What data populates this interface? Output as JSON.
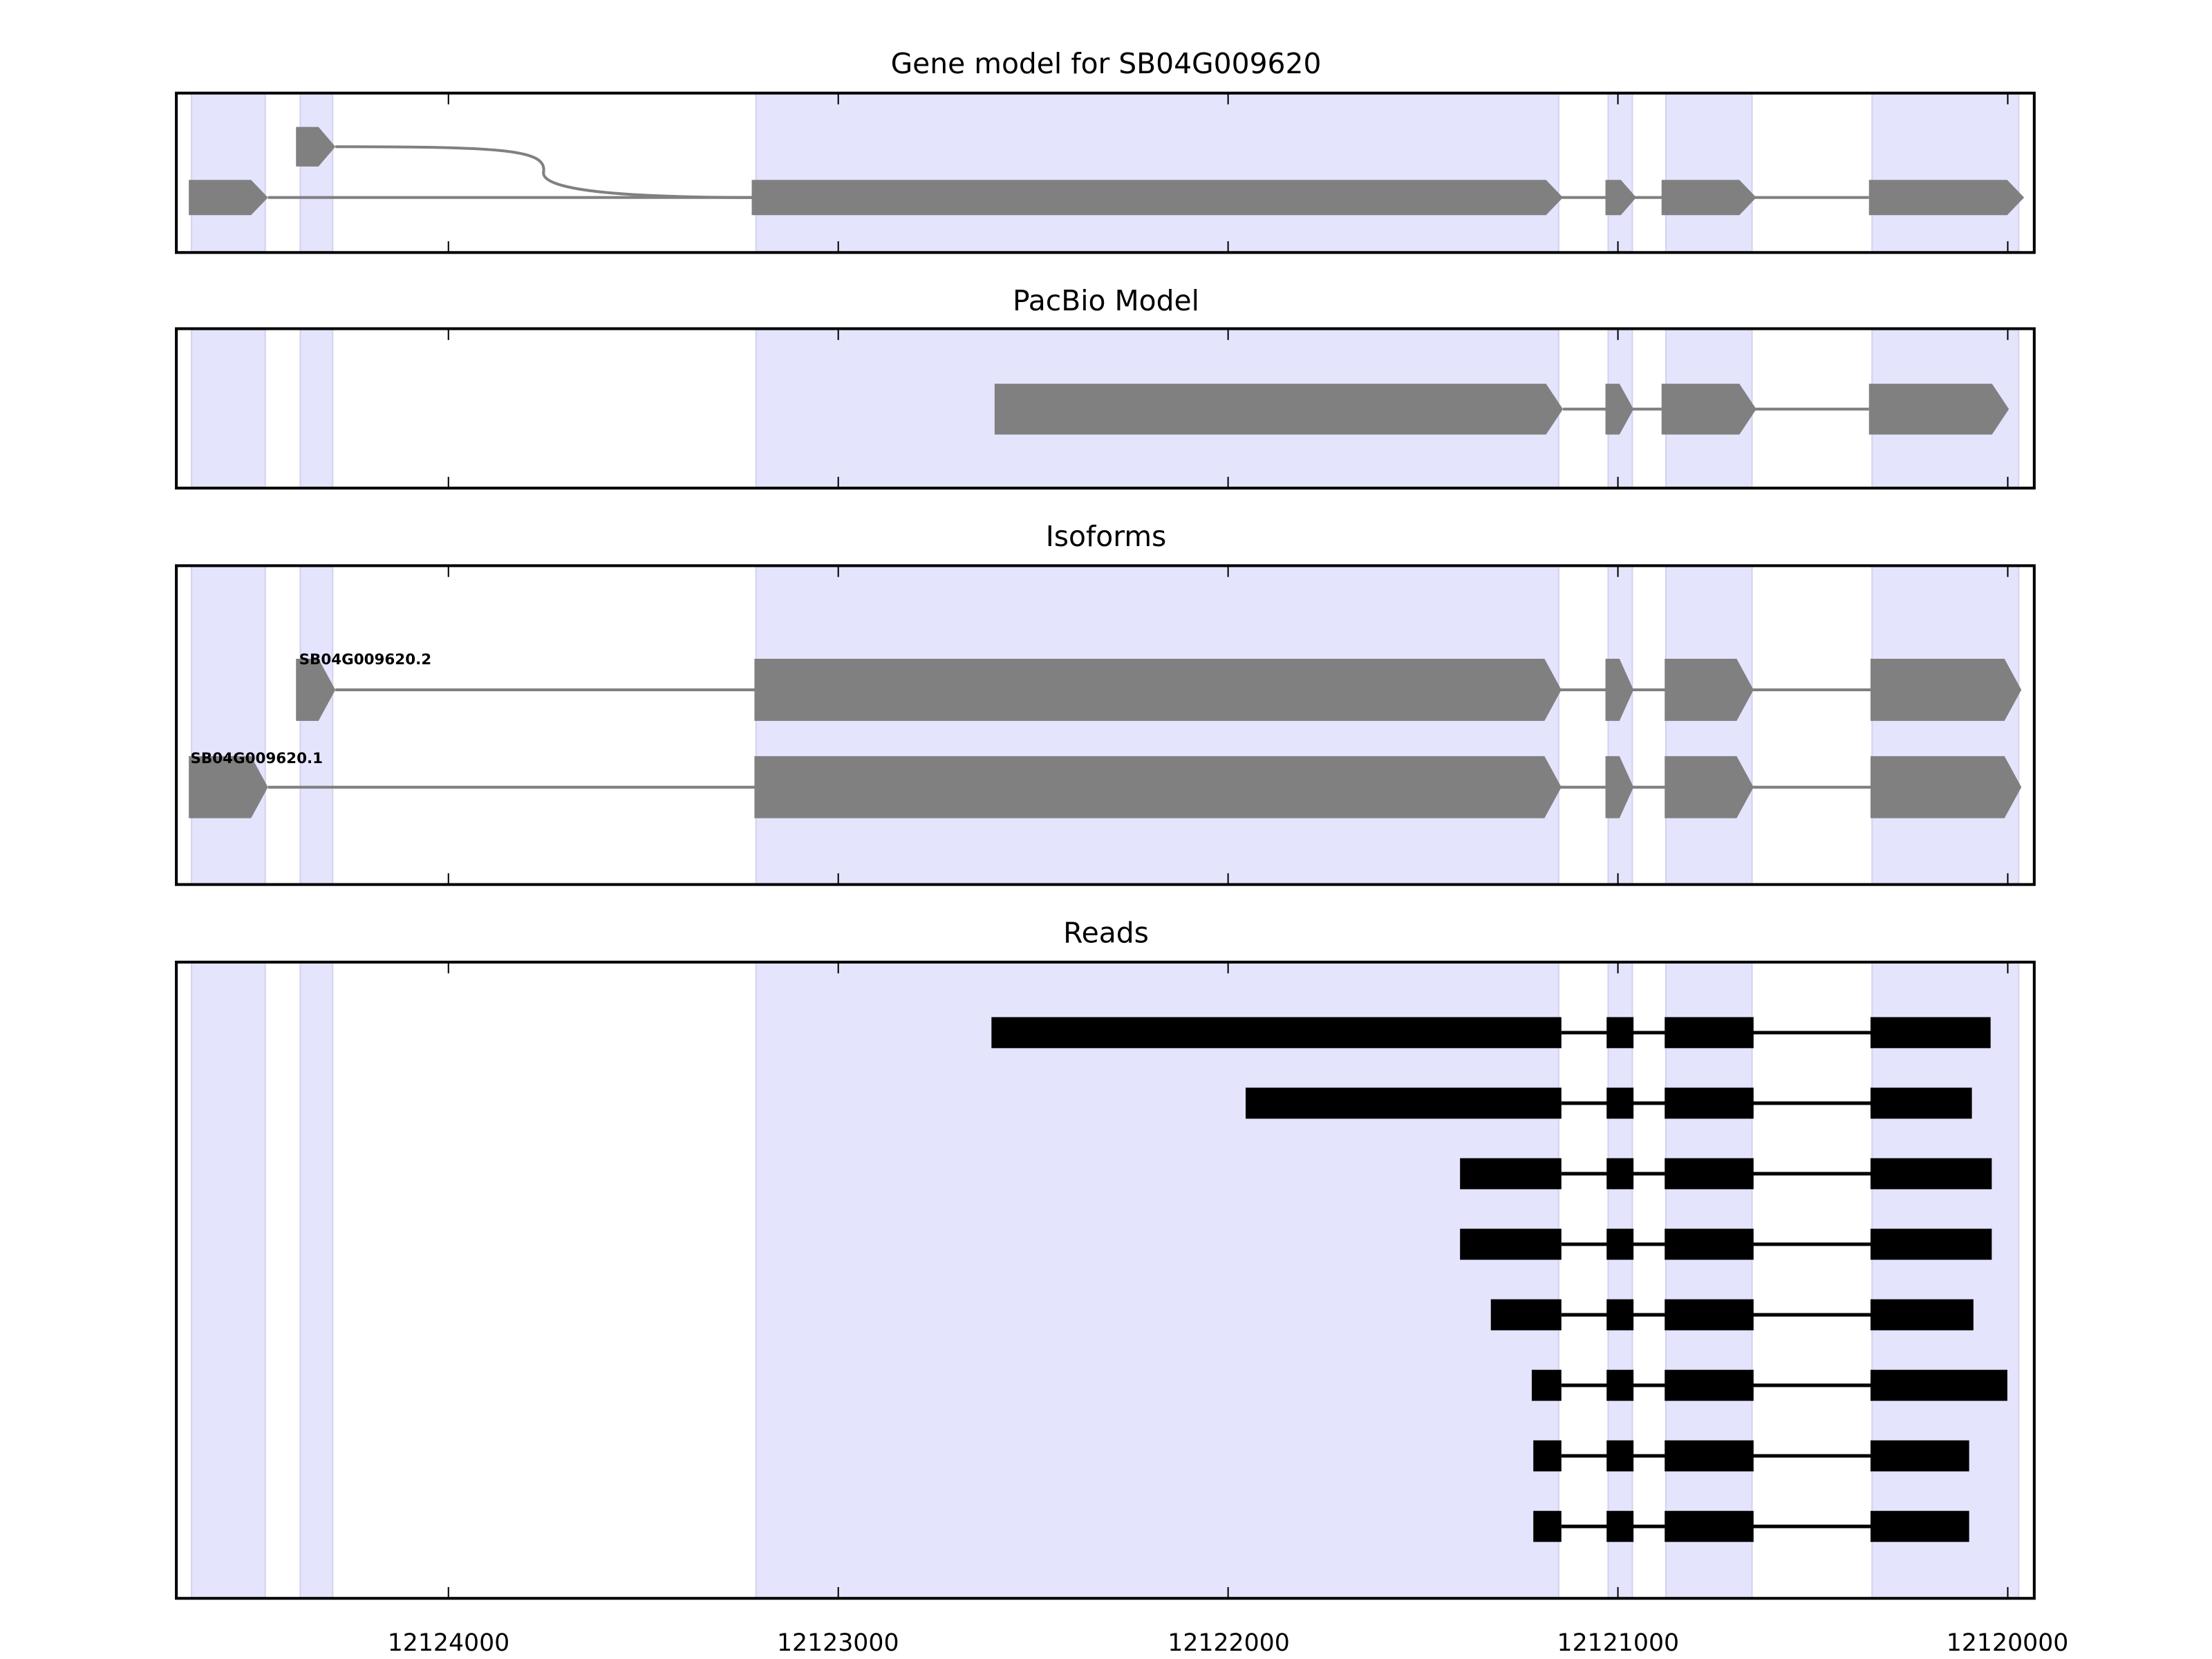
{
  "chart_data": {
    "type": "gene-track",
    "xlabel": "",
    "x_reversed": true,
    "xlim": [
      12124698,
      12119932
    ],
    "xticks": [
      12124000,
      12123000,
      12122000,
      12121000,
      12120000
    ],
    "xtick_labels": [
      "12124000",
      "12123000",
      "12122000",
      "12121000",
      "12120000"
    ],
    "shaded_regions": [
      [
        12124659,
        12124470
      ],
      [
        12124380,
        12124297
      ],
      [
        12123211,
        12121152
      ],
      [
        12121025,
        12120963
      ],
      [
        12120877,
        12120656
      ],
      [
        12120348,
        12119972
      ]
    ],
    "colors": {
      "shade": "#e4e4fd",
      "shade_edge": "#d2d2f0",
      "model": "#808080",
      "reads": "#000000"
    },
    "panels": [
      {
        "title": "Gene model for SB04G009620",
        "transcripts": [
          {
            "name": "SB04G009620.1",
            "exons": [
              [
                12124666,
                12124463
              ],
              [
                12123222,
                12121141
              ],
              [
                12121032,
                12120953
              ],
              [
                12120888,
                12120645
              ],
              [
                12120356,
                12119958
              ]
            ]
          },
          {
            "name": "SB04G009620.2",
            "exons": [
              [
                12124391,
                12124290
              ]
            ],
            "joins_to": "SB04G009620.1"
          }
        ]
      },
      {
        "title": "PacBio Model",
        "transcripts": [
          {
            "exons": [
              [
                12122599,
                12121141
              ],
              [
                12121032,
                12120960
              ],
              [
                12120888,
                12120645
              ],
              [
                12120356,
                12119997
              ]
            ]
          }
        ]
      },
      {
        "title": "Isoforms",
        "transcripts": [
          {
            "name": "SB04G009620.2",
            "exons": [
              [
                12124391,
                12124290
              ],
              [
                12123215,
                12121145
              ],
              [
                12121032,
                12120960
              ],
              [
                12120880,
                12120652
              ],
              [
                12120352,
                12119965
              ]
            ]
          },
          {
            "name": "SB04G009620.1",
            "exons": [
              [
                12124666,
                12124463
              ],
              [
                12123215,
                12121145
              ],
              [
                12121032,
                12120960
              ],
              [
                12120880,
                12120652
              ],
              [
                12120352,
                12119965
              ]
            ]
          }
        ]
      },
      {
        "title": "Reads",
        "reads": [
          [
            [
              12122607,
              12121145
            ],
            [
              12121029,
              12120960
            ],
            [
              12120880,
              12120652
            ],
            [
              12120352,
              12120044
            ]
          ],
          [
            [
              12121955,
              12121145
            ],
            [
              12121029,
              12120960
            ],
            [
              12120880,
              12120652
            ],
            [
              12120352,
              12120092
            ]
          ],
          [
            [
              12121405,
              12121145
            ],
            [
              12121029,
              12120960
            ],
            [
              12120880,
              12120652
            ],
            [
              12120352,
              12120041
            ]
          ],
          [
            [
              12121405,
              12121145
            ],
            [
              12121029,
              12120960
            ],
            [
              12120880,
              12120652
            ],
            [
              12120352,
              12120041
            ]
          ],
          [
            [
              12121326,
              12121145
            ],
            [
              12121029,
              12120960
            ],
            [
              12120880,
              12120652
            ],
            [
              12120352,
              12120088
            ]
          ],
          [
            [
              12121221,
              12121145
            ],
            [
              12121029,
              12120960
            ],
            [
              12120880,
              12120652
            ],
            [
              12120352,
              12120001
            ]
          ],
          [
            [
              12121217,
              12121145
            ],
            [
              12121029,
              12120960
            ],
            [
              12120880,
              12120652
            ],
            [
              12120352,
              12120099
            ]
          ],
          [
            [
              12121217,
              12121145
            ],
            [
              12121029,
              12120960
            ],
            [
              12120880,
              12120652
            ],
            [
              12120352,
              12120099
            ]
          ]
        ]
      }
    ]
  }
}
